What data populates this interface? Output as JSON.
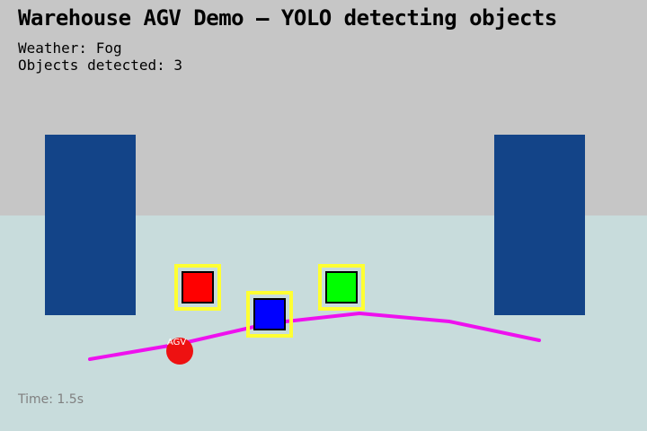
{
  "title": "Warehouse AGV Demo — YOLO detecting objects",
  "weather_label": "Weather: Fog",
  "objects_label": "Objects detected: 3",
  "time_label": "Time: 1.5s",
  "agv_label": "AGV",
  "objects": [
    {
      "name": "red-object",
      "color": "#ff0000"
    },
    {
      "name": "blue-object",
      "color": "#0000ff"
    },
    {
      "name": "green-object",
      "color": "#00ff00"
    }
  ],
  "colors": {
    "sky": "#c6c6c6",
    "floor": "#c8dcdc",
    "shelf": "#134488",
    "detection_box": "#ffff32",
    "path": "#ee11ee",
    "agv": "#ee1111"
  }
}
